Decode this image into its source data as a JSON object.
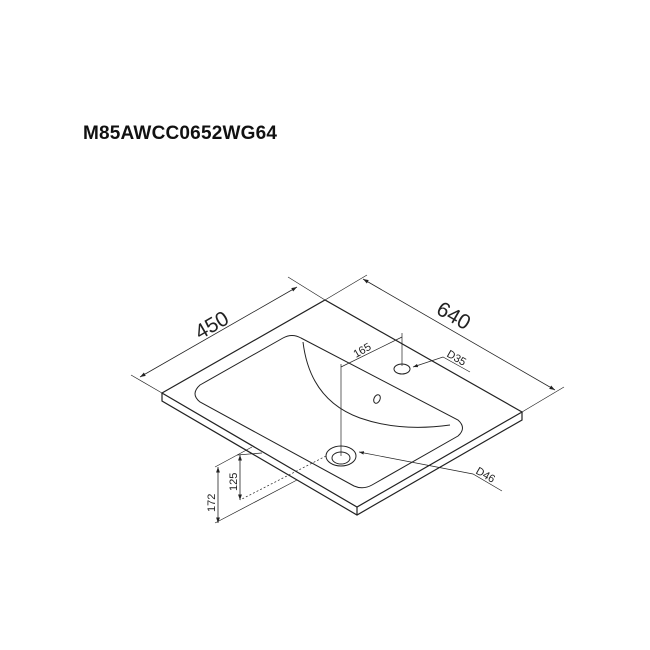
{
  "title": "M85AWCC0652WG64",
  "dimensions": {
    "depth": "450",
    "width": "640",
    "hole_offset": "165",
    "tap_hole": "D35",
    "drain_hole": "D46",
    "total_height": "172",
    "drain_height": "125"
  }
}
